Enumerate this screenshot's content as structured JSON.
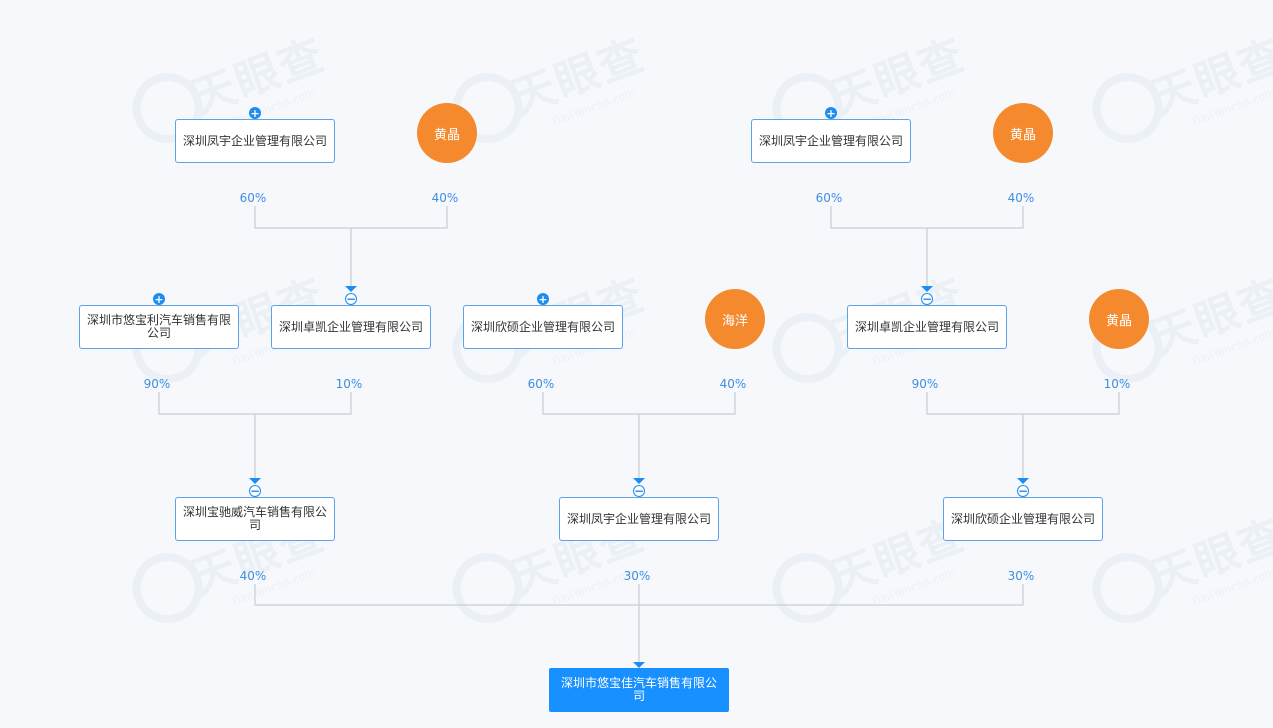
{
  "watermark": {
    "brand": "天眼查",
    "domain": "TianYancha.com"
  },
  "colors": {
    "line": "#c9ced6",
    "accent": "#1e8cf0",
    "person": "#f5892d"
  },
  "nodes": {
    "n_fy_a": {
      "label": "深圳凤宇企业管理有限公司",
      "type": "company"
    },
    "n_hj_a": {
      "label": "黄晶",
      "type": "person"
    },
    "n_fy_b": {
      "label": "深圳凤宇企业管理有限公司",
      "type": "company"
    },
    "n_hj_b": {
      "label": "黄晶",
      "type": "person"
    },
    "n_ybl": {
      "label": "深圳市悠宝利汽车销售有限公司",
      "type": "company"
    },
    "n_zk_a": {
      "label": "深圳卓凯企业管理有限公司",
      "type": "company"
    },
    "n_xs_a": {
      "label": "深圳欣硕企业管理有限公司",
      "type": "company"
    },
    "n_hy": {
      "label": "海洋",
      "type": "person"
    },
    "n_zk_b": {
      "label": "深圳卓凯企业管理有限公司",
      "type": "company"
    },
    "n_hj_c": {
      "label": "黄晶",
      "type": "person"
    },
    "n_bcw": {
      "label": "深圳宝驰威汽车销售有限公司",
      "type": "company"
    },
    "n_fy_c": {
      "label": "深圳凤宇企业管理有限公司",
      "type": "company"
    },
    "n_xs_b": {
      "label": "深圳欣硕企业管理有限公司",
      "type": "company"
    },
    "n_target": {
      "label": "深圳市悠宝佳汽车销售有限公司",
      "type": "target"
    }
  },
  "edges": {
    "e1": {
      "from": "n_fy_a",
      "to": "n_zk_a",
      "percent": "60%"
    },
    "e2": {
      "from": "n_hj_a",
      "to": "n_zk_a",
      "percent": "40%"
    },
    "e3": {
      "from": "n_fy_b",
      "to": "n_zk_b",
      "percent": "60%"
    },
    "e4": {
      "from": "n_hj_b",
      "to": "n_zk_b",
      "percent": "40%"
    },
    "e5": {
      "from": "n_ybl",
      "to": "n_bcw",
      "percent": "90%"
    },
    "e6": {
      "from": "n_zk_a",
      "to": "n_bcw",
      "percent": "10%"
    },
    "e7": {
      "from": "n_xs_a",
      "to": "n_fy_c",
      "percent": "60%"
    },
    "e8": {
      "from": "n_hy",
      "to": "n_fy_c",
      "percent": "40%"
    },
    "e9": {
      "from": "n_zk_b",
      "to": "n_xs_b",
      "percent": "90%"
    },
    "e10": {
      "from": "n_hj_c",
      "to": "n_xs_b",
      "percent": "10%"
    },
    "e11": {
      "from": "n_bcw",
      "to": "n_target",
      "percent": "40%"
    },
    "e12": {
      "from": "n_fy_c",
      "to": "n_target",
      "percent": "30%"
    },
    "e13": {
      "from": "n_xs_b",
      "to": "n_target",
      "percent": "30%"
    }
  },
  "toggles": {
    "expand": "+",
    "collapse": "−"
  }
}
